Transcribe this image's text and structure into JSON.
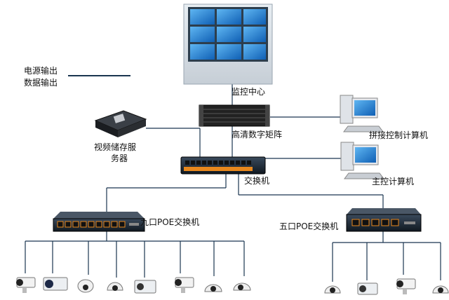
{
  "legend": {
    "power_output": "电源输出",
    "data_output": "数据输出"
  },
  "nodes": {
    "monitoring_center": "监控中心",
    "hd_matrix": "高清数字矩阵",
    "video_storage_server_line1": "视频储存服",
    "video_storage_server_line2": "务器",
    "splicing_control_computer": "拼接控制计算机",
    "main_switch": "交换机",
    "master_control_computer": "主控计算机",
    "nine_port_poe_switch": "九口POE交换机",
    "five_port_poe_switch": "五口POE交换机"
  },
  "colors": {
    "line": "#1a3550",
    "screen_blue": "#1d7fd6",
    "switch_body": "#1b2a3a",
    "port_accent": "#e8881d"
  },
  "icons": {
    "video_wall": "video-wall-icon",
    "matrix": "rack-matrix-icon",
    "storage": "nvr-server-icon",
    "computer": "desktop-computer-icon",
    "switch": "network-switch-icon",
    "camera": "ip-camera-icon"
  }
}
